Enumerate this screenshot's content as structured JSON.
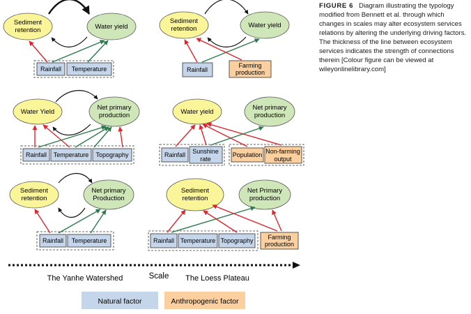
{
  "caption": {
    "label": "FIGURE 6",
    "text": "Diagram illustrating the typology modified from Bennett et al. through which changes in scales may alter ecosystem services relations by altering the underlying driving factors. The thickness of the line between ecosystem services indicates the strength of connections therein [Colour figure can be viewed at wileyonlinelibrary.com]"
  },
  "colors": {
    "service_yellow": "#fbf59a",
    "service_green": "#cfe7b8",
    "natural_blue": "#c6d6ea",
    "anthropogenic_orange": "#fbcf9e",
    "arrow_red": "#e0242b",
    "arrow_green": "#2a7a4a",
    "arrow_black": "#111111"
  },
  "panels": {
    "p1": {
      "s1": [
        "Sediment",
        "retention"
      ],
      "s2": [
        "Water yield"
      ],
      "f1": [
        "Rainfall"
      ],
      "f2": [
        "Temperature"
      ]
    },
    "p2": {
      "s1": [
        "Sediment",
        "retention"
      ],
      "s2": [
        "Water yield"
      ],
      "f1": [
        "Rainfall"
      ],
      "f2": [
        "Farming",
        "production"
      ]
    },
    "p3": {
      "s1": [
        "Water Yield"
      ],
      "s2": [
        "Net primary",
        "production"
      ],
      "f1": [
        "Rainfall"
      ],
      "f2": [
        "Temperature"
      ],
      "f3": [
        "Topography"
      ]
    },
    "p4": {
      "s1": [
        "Water yield"
      ],
      "s2": [
        "Net primary",
        "production"
      ],
      "f1": [
        "Rainfall"
      ],
      "f2": [
        "Sunshine",
        "rate"
      ],
      "f3": [
        "Population"
      ],
      "f4": [
        "Non-farming",
        "output"
      ]
    },
    "p5": {
      "s1": [
        "Sediment",
        "retention"
      ],
      "s2": [
        "Net primary",
        "Production"
      ],
      "f1": [
        "Rainfall"
      ],
      "f2": [
        "Temperature"
      ]
    },
    "p6": {
      "s1": [
        "Sediment",
        "retention"
      ],
      "s2": [
        "Net Primary",
        "production"
      ],
      "f1": [
        "Rainfall"
      ],
      "f2": [
        "Temperature"
      ],
      "f3": [
        "Topography"
      ],
      "f4": [
        "Farming",
        "production"
      ]
    }
  },
  "scale": {
    "label": "Scale",
    "left": "The Yanhe Watershed",
    "right": "The Loess Plateau"
  },
  "legend": {
    "natural": "Natural factor",
    "anthropogenic": "Anthropogenic factor"
  }
}
